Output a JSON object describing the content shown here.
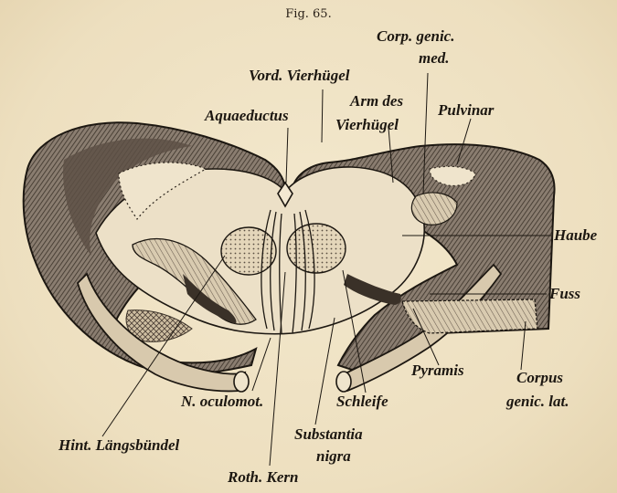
{
  "figure": {
    "title": "Fig. 65.",
    "labels": {
      "corp_genic_med_1": "Corp. genic.",
      "corp_genic_med_2": "med.",
      "vord_vierhuegel": "Vord. Vierhügel",
      "arm_des_vierhuegel_1": "Arm des",
      "arm_des_vierhuegel_2": "Vierhügel",
      "aquaeductus": "Aquaeductus",
      "pulvinar": "Pulvinar",
      "haube": "Haube",
      "fuss": "Fuss",
      "pyramis": "Pyramis",
      "corpus_genic_lat_1": "Corpus",
      "corpus_genic_lat_2": "genic. lat.",
      "n_oculomot": "N. oculomot.",
      "schleife": "Schleife",
      "substantia_nigra_1": "Substantia",
      "substantia_nigra_2": "nigra",
      "hint_laengsbuendel": "Hint. Längsbündel",
      "roth_kern": "Roth. Kern"
    }
  },
  "colors": {
    "paper": "#efe2c4",
    "ink": "#1c1711",
    "tissue_dark": "#6b5e52",
    "tissue_light": "#e9dcc2"
  }
}
